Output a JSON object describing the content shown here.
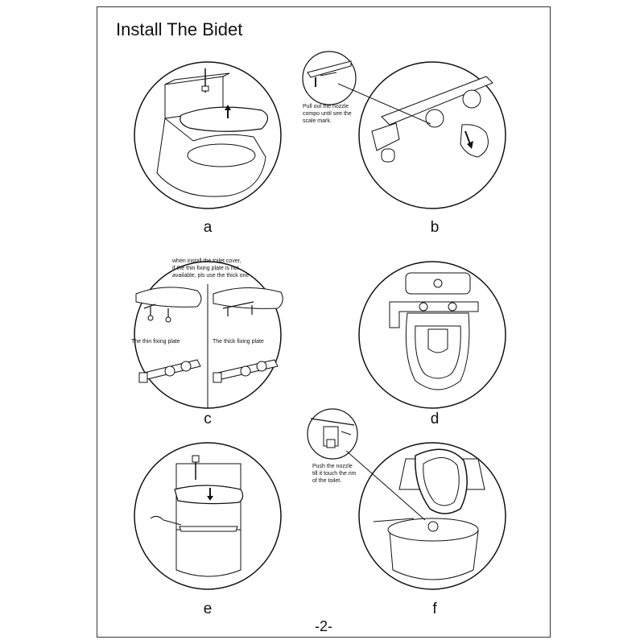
{
  "page": {
    "title": "Install The Bidet",
    "page_number": "-2-"
  },
  "steps": [
    {
      "letter": "a"
    },
    {
      "letter": "b",
      "note": "Pull out the nozzle\ncompo until see the\nscale mark."
    },
    {
      "letter": "c",
      "note": "when install the toilet cover,\nif the thin fixing plate is not\navailable, pls use the thick one",
      "thin_label": "The thin fixing plate",
      "thick_label": "The thick fixing plate"
    },
    {
      "letter": "d"
    },
    {
      "letter": "e"
    },
    {
      "letter": "f",
      "note": "Push the nozzle\ntill it touch the rim\nof the toilet."
    }
  ]
}
